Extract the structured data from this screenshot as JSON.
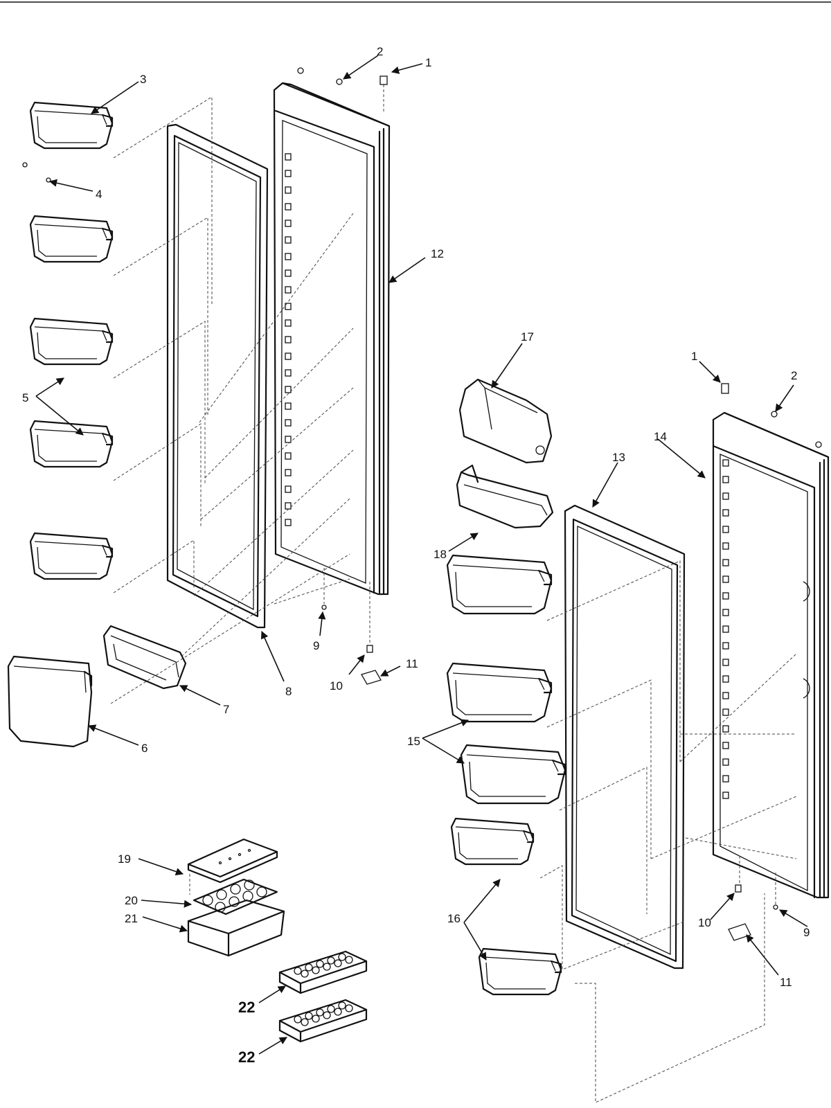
{
  "diagram": {
    "callouts": {
      "c1a": "1",
      "c2a": "2",
      "c3": "3",
      "c4": "4",
      "c5": "5",
      "c6": "6",
      "c7": "7",
      "c8": "8",
      "c9a": "9",
      "c10a": "10",
      "c11a": "11",
      "c12": "12",
      "c17": "17",
      "c1b": "1",
      "c2b": "2",
      "c14": "14",
      "c13": "13",
      "c18": "18",
      "c15": "15",
      "c16": "16",
      "c19": "19",
      "c20": "20",
      "c21": "21",
      "c22a": "22",
      "c22b": "22",
      "c10b": "10",
      "c9b": "9",
      "c11b": "11"
    }
  }
}
